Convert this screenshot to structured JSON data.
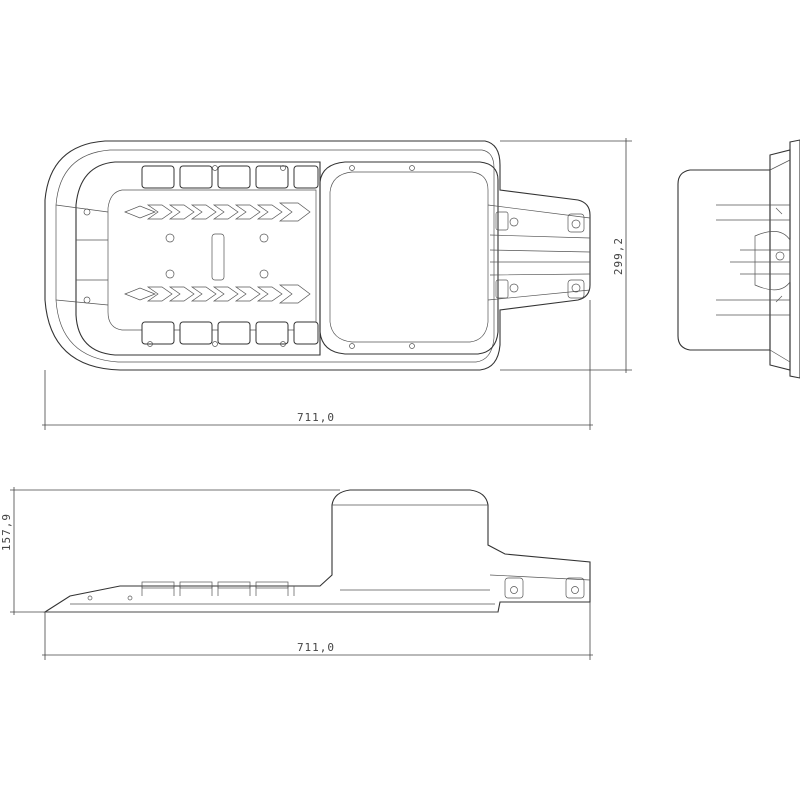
{
  "dimensions": {
    "top_length": "711,0",
    "top_width": "299,2",
    "side_length": "711,0",
    "side_height": "157,9"
  }
}
